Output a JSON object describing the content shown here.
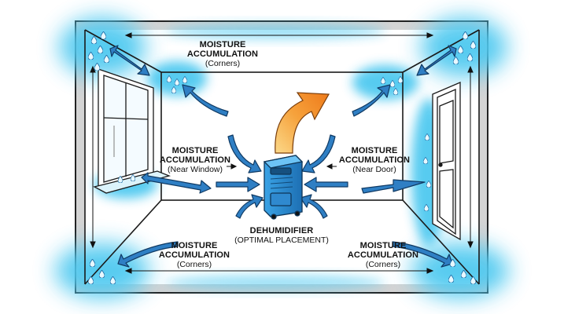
{
  "labels": {
    "top_corner": {
      "line1": "MOISTURE",
      "line2": "ACCUMULATION",
      "sub": "(Corners)"
    },
    "near_window": {
      "line1": "MOISTURE",
      "line2": "ACCUMULATION",
      "sub": "(Near Window)"
    },
    "near_door": {
      "line1": "MOISTURE",
      "line2": "ACCUMULATION",
      "sub": "(Near Door)"
    },
    "bottom_left": {
      "line1": "MOISTURE",
      "line2": "ACCUMULATION",
      "sub": "(Corners)"
    },
    "bottom_right": {
      "line1": "MOISTURE",
      "line2": "ACCUMULATION",
      "sub": "(Corners)"
    },
    "dehumidifier": {
      "line1": "DEHUMIDIFIER",
      "sub": "(OPTIMAL PLACEMENT)"
    }
  },
  "colors": {
    "moisture": "#4fc9f0",
    "arrow": "#2f7fc4",
    "arrow_outline": "#103a63",
    "dehumidifier": "#2b8fd6",
    "warm_air": "#f28a1f",
    "wall_frame": "#d4d4d4"
  },
  "icons": [
    "water-drop-icon",
    "dehumidifier-icon",
    "window-icon",
    "door-icon"
  ]
}
